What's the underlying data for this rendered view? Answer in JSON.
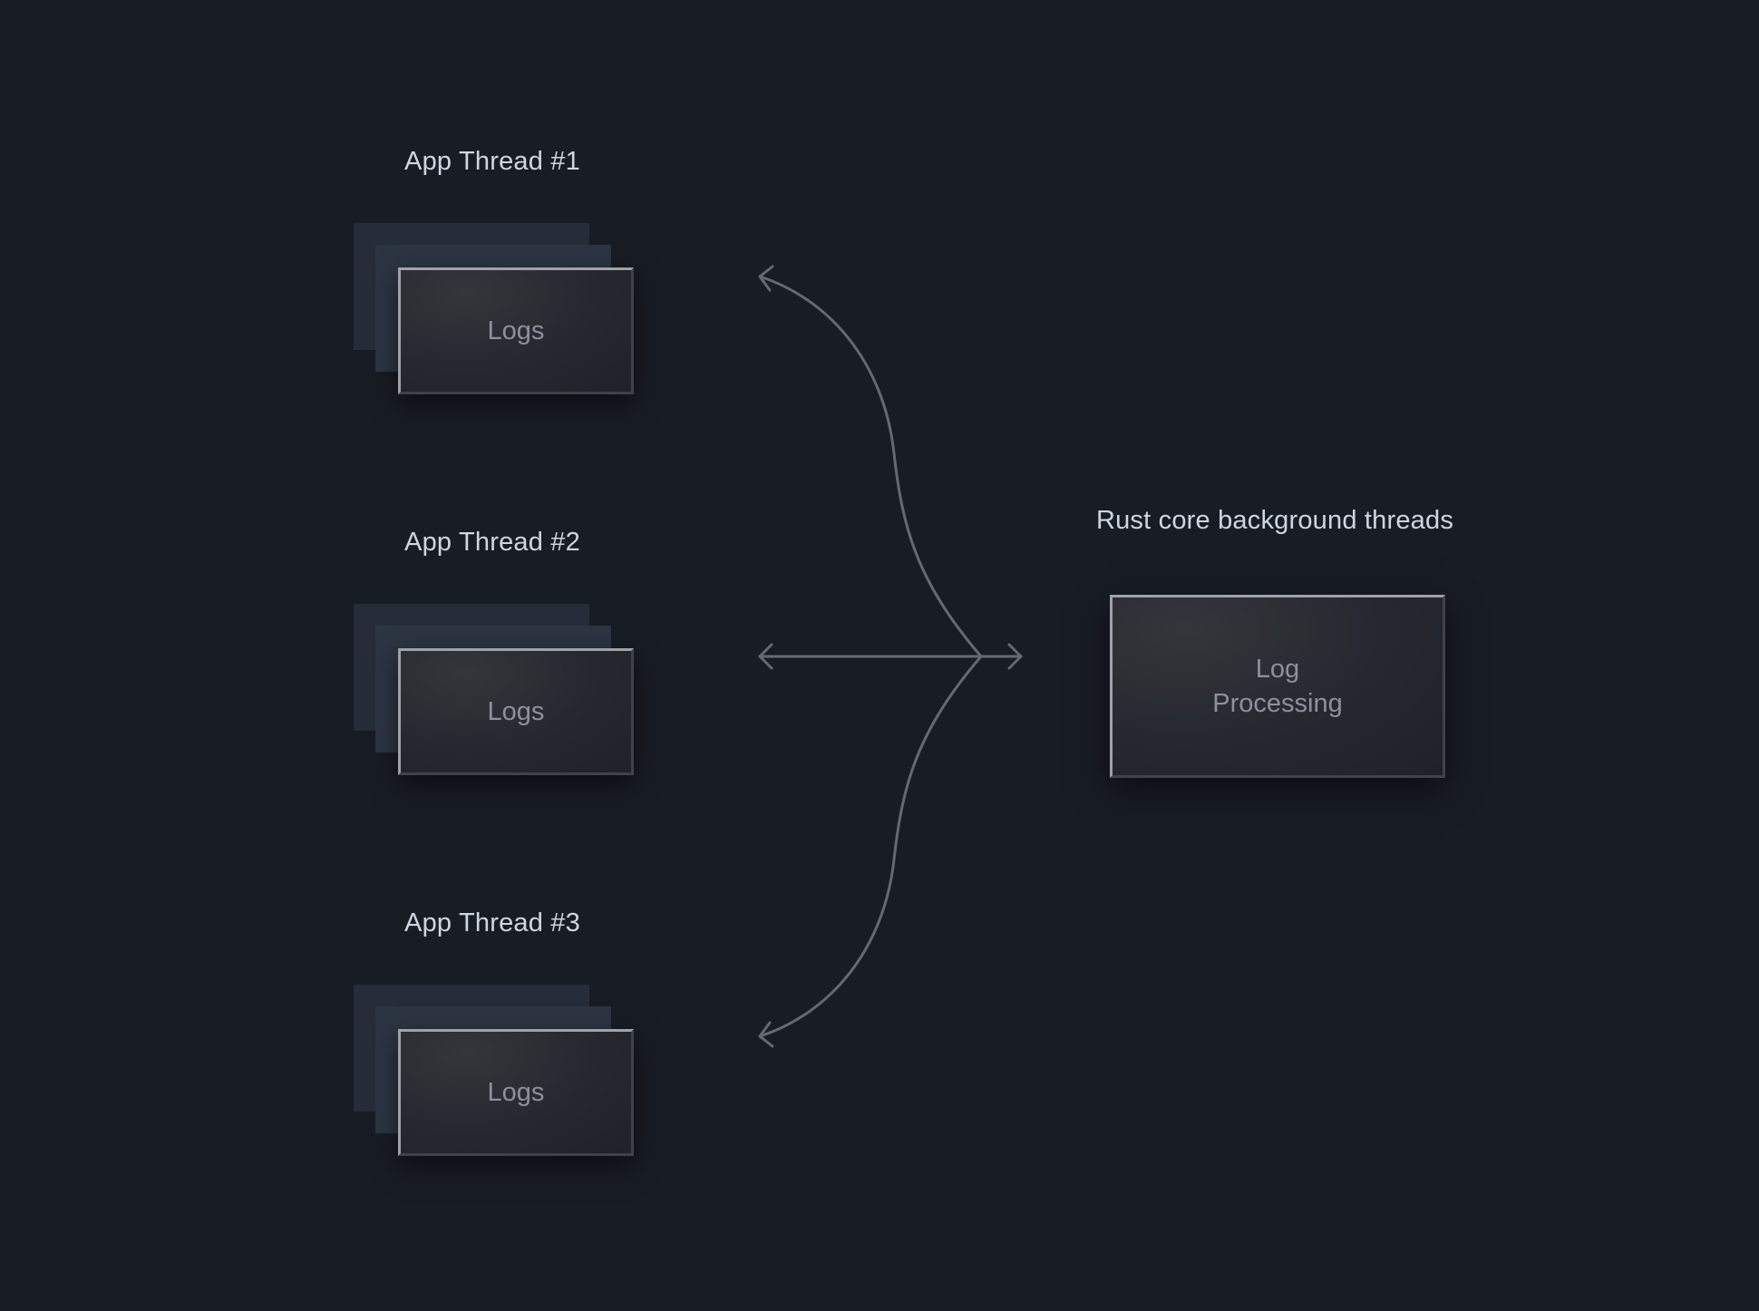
{
  "threads": [
    {
      "title": "App Thread #1",
      "card_label": "Logs"
    },
    {
      "title": "App Thread #2",
      "card_label": "Logs"
    },
    {
      "title": "App Thread #3",
      "card_label": "Logs"
    }
  ],
  "core": {
    "title": "Rust core background threads",
    "card_label": "Log\nProcessing"
  },
  "colors": {
    "background": "#181c24",
    "connector": "#646a74",
    "title_text": "#cfd6e2",
    "card_text": "#8d919c"
  }
}
